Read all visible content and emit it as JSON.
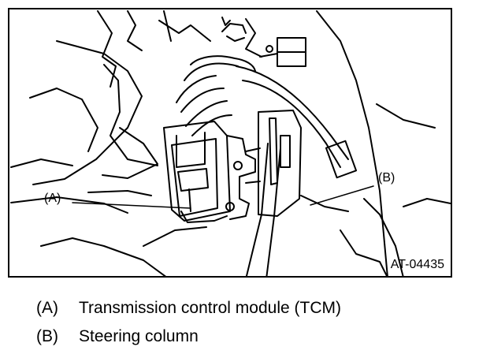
{
  "figure": {
    "code": "AT-04435",
    "callouts": [
      {
        "key": "A",
        "label": "(A)"
      },
      {
        "key": "B",
        "label": "(B)"
      }
    ]
  },
  "legend": [
    {
      "key": "(A)",
      "text": "Transmission control module (TCM)"
    },
    {
      "key": "(B)",
      "text": "Steering column"
    }
  ]
}
